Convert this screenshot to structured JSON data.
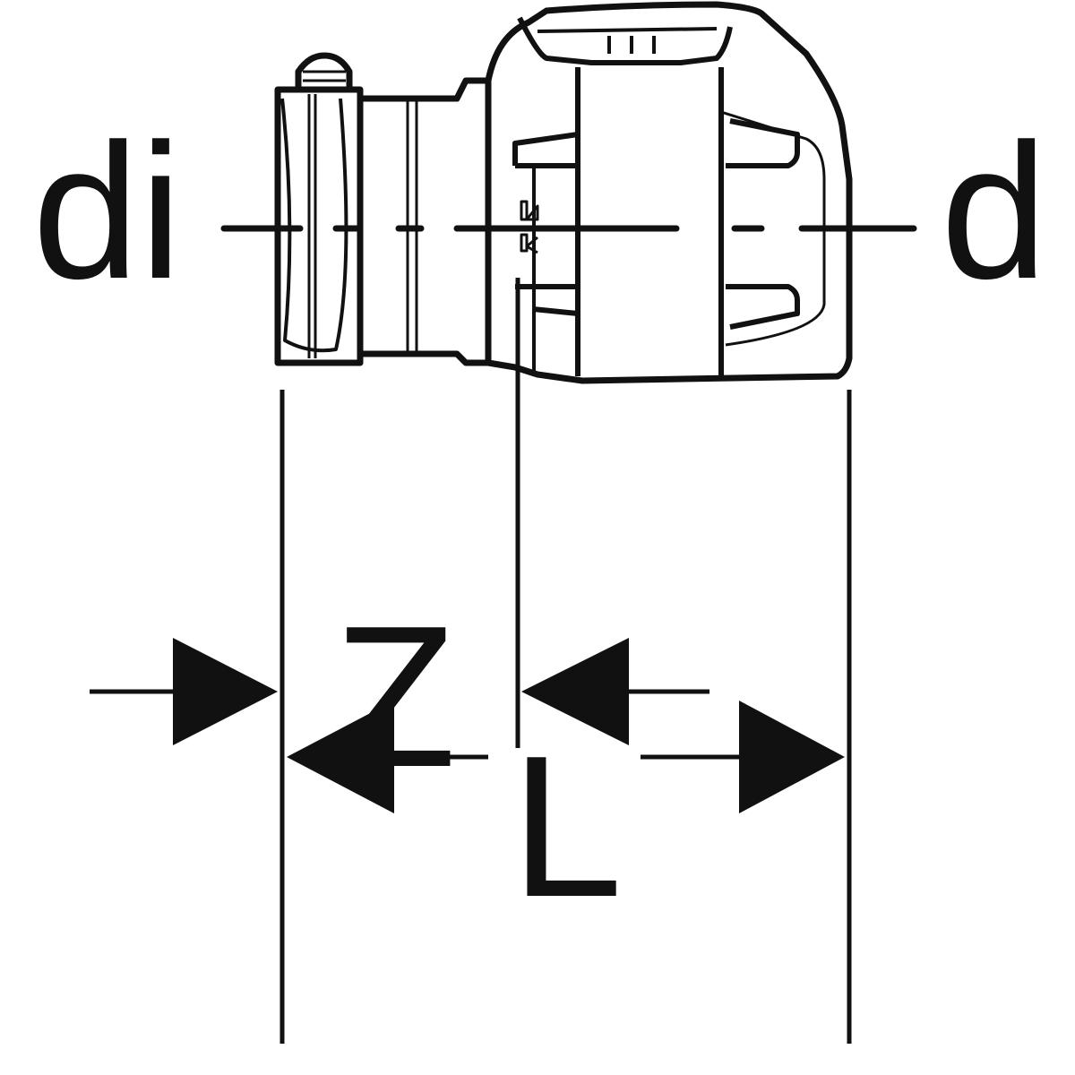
{
  "labels": {
    "inner_diameter": "di",
    "outer_diameter": "d",
    "z_dimension": "Z",
    "length": "L"
  },
  "colors": {
    "line": "#111111",
    "background": "#ffffff"
  }
}
